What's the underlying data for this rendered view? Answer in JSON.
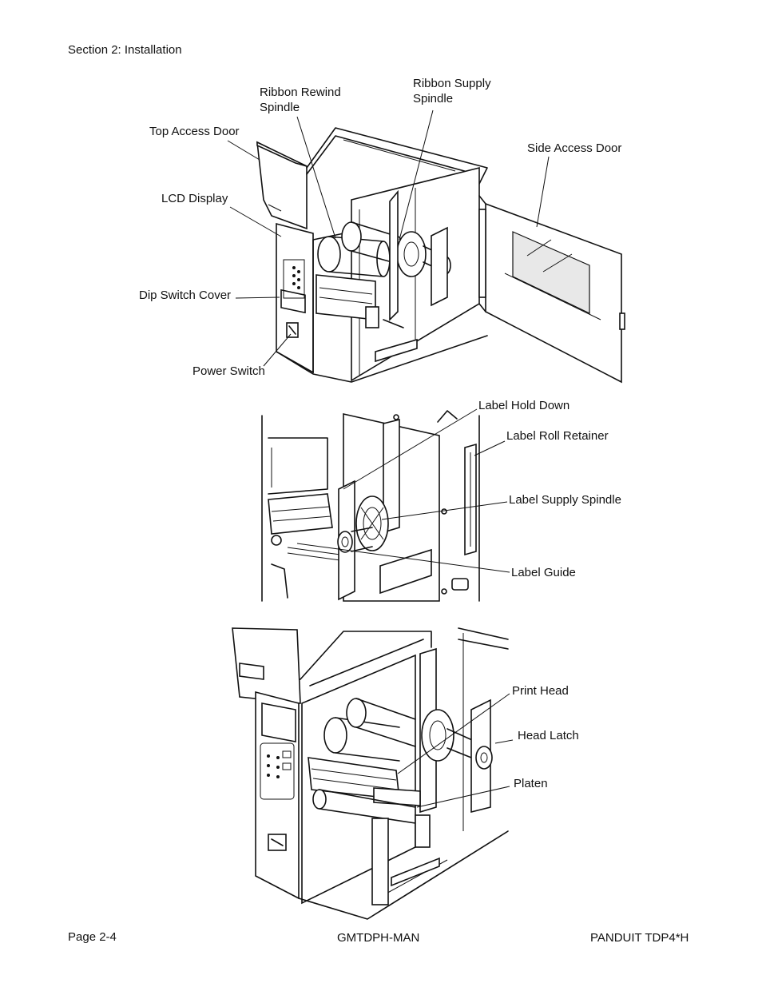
{
  "header": {
    "section": "Section 2: Installation"
  },
  "footer": {
    "page": "Page 2-4",
    "doc_code": "GMTDPH-MAN",
    "model": "PANDUIT TDP4*H"
  },
  "figure1": {
    "ribbon_rewind": "Ribbon Rewind Spindle",
    "ribbon_supply": "Ribbon Supply Spindle",
    "top_access_door": "Top Access Door",
    "side_access_door": "Side Access Door",
    "lcd_display": "LCD Display",
    "dip_switch_cover": "Dip Switch Cover",
    "power_switch": "Power Switch"
  },
  "figure2": {
    "label_hold_down": "Label Hold Down",
    "label_roll_retainer": "Label Roll Retainer",
    "label_supply_spindle": "Label Supply Spindle",
    "label_guide": "Label Guide"
  },
  "figure3": {
    "print_head": "Print Head",
    "head_latch": "Head Latch",
    "platen": "Platen"
  }
}
